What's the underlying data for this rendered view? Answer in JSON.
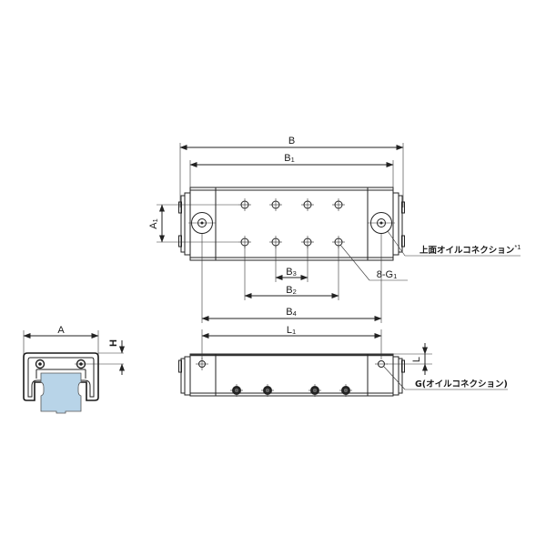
{
  "drawing": {
    "top_view": {
      "dimensions": {
        "B": "B",
        "B1_main": "B",
        "B1_sub": "1",
        "A1_main": "A",
        "A1_sub": "1",
        "B3_main": "B",
        "B3_sub": "3",
        "B2_main": "B",
        "B2_sub": "2",
        "B4_main": "B",
        "B4_sub": "4",
        "G1_prefix": "8-G",
        "G1_sub": "1"
      },
      "callouts": {
        "top_oil_connection": "上面オイルコネクション",
        "top_oil_connection_note": "*1"
      },
      "hole_rows": 2,
      "holes_per_row": 4
    },
    "side_view": {
      "dimensions": {
        "L1_main": "L",
        "L1_sub": "1",
        "L": "L"
      },
      "callouts": {
        "oil_connection": "G(オイルコネクション)"
      },
      "bottom_bolts": 4
    },
    "end_view": {
      "dimensions": {
        "A": "A",
        "H": "H"
      },
      "rail_color": "#b8d4e8"
    }
  }
}
